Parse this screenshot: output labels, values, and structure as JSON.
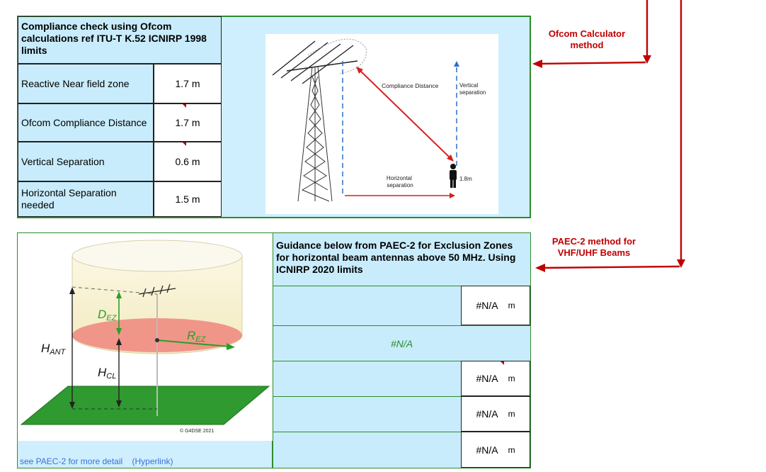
{
  "ofcom": {
    "title": "Compliance check using Ofcom calculations ref ITU-T K.52 ICNIRP 1998 limits",
    "rows": [
      {
        "label": "Reactive Near field zone",
        "value": "1.7",
        "unit": "m"
      },
      {
        "label": "Ofcom Compliance Distance",
        "value": "1.7",
        "unit": "m"
      },
      {
        "label": "Vertical Separation",
        "value": "0.6",
        "unit": "m"
      },
      {
        "label": "Horizontal Separation needed",
        "value": "1.5",
        "unit": "m"
      }
    ],
    "diagram": {
      "compliance_distance": "Compliance Distance",
      "vertical_separation": "Vertical\nseparation",
      "horizontal_separation": "Horizontal\nseparation",
      "person_height": "1.8m"
    }
  },
  "paec": {
    "title": "Guidance below from PAEC-2 for Exclusion Zones for horizontal beam antennas above 50 MHz. Using ICNIRP 2020 limits",
    "rows": [
      {
        "label": "",
        "value": "#N/A",
        "unit": "m"
      },
      {
        "label": "",
        "value": "#N/A",
        "unit": "m"
      },
      {
        "label": "",
        "value": "#N/A",
        "unit": "m"
      },
      {
        "label": "",
        "value": "#N/A",
        "unit": "m"
      }
    ],
    "merged_value": "#N/A",
    "link_text": "see PAEC-2 for more detail    (Hyperlink)",
    "diagram": {
      "d_ez": "D",
      "d_ez_sub": "EZ",
      "r_ez": "R",
      "r_ez_sub": "EZ",
      "h_ant": "H",
      "h_ant_sub": "ANT",
      "h_cl": "H",
      "h_cl_sub": "CL",
      "copyright": "© G4DSE 2021"
    }
  },
  "annotations": {
    "ofcom_method": "Ofcom Calculator method",
    "paec_method": "PAEC-2 method for VHF/UHF Beams"
  },
  "colors": {
    "panel_border": "#2e8b2e",
    "panel_fill": "#cfefff",
    "arrow_red": "#c00000",
    "link_blue": "#3a6fd8"
  }
}
